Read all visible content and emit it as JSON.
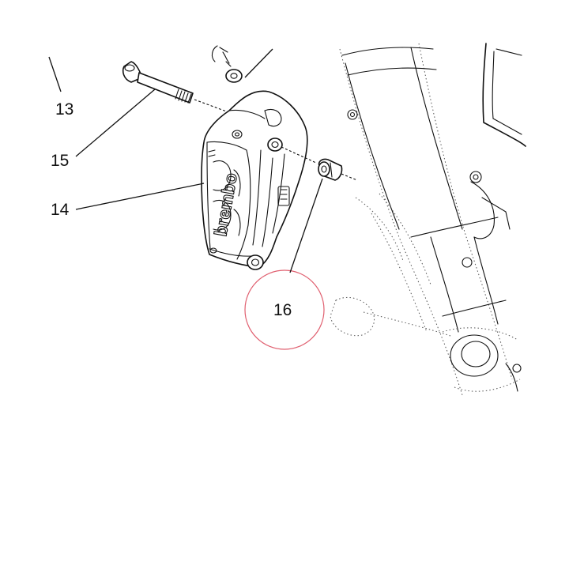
{
  "callouts": {
    "c13": "13",
    "c15": "15",
    "c14": "14",
    "c16": "16"
  },
  "highlight": {
    "target": "16",
    "circle_color": "#e06070"
  },
  "caliper_marking": "brembo",
  "colors": {
    "ink": "#111111",
    "background": "#ffffff",
    "phantom_lines": "#555555"
  }
}
